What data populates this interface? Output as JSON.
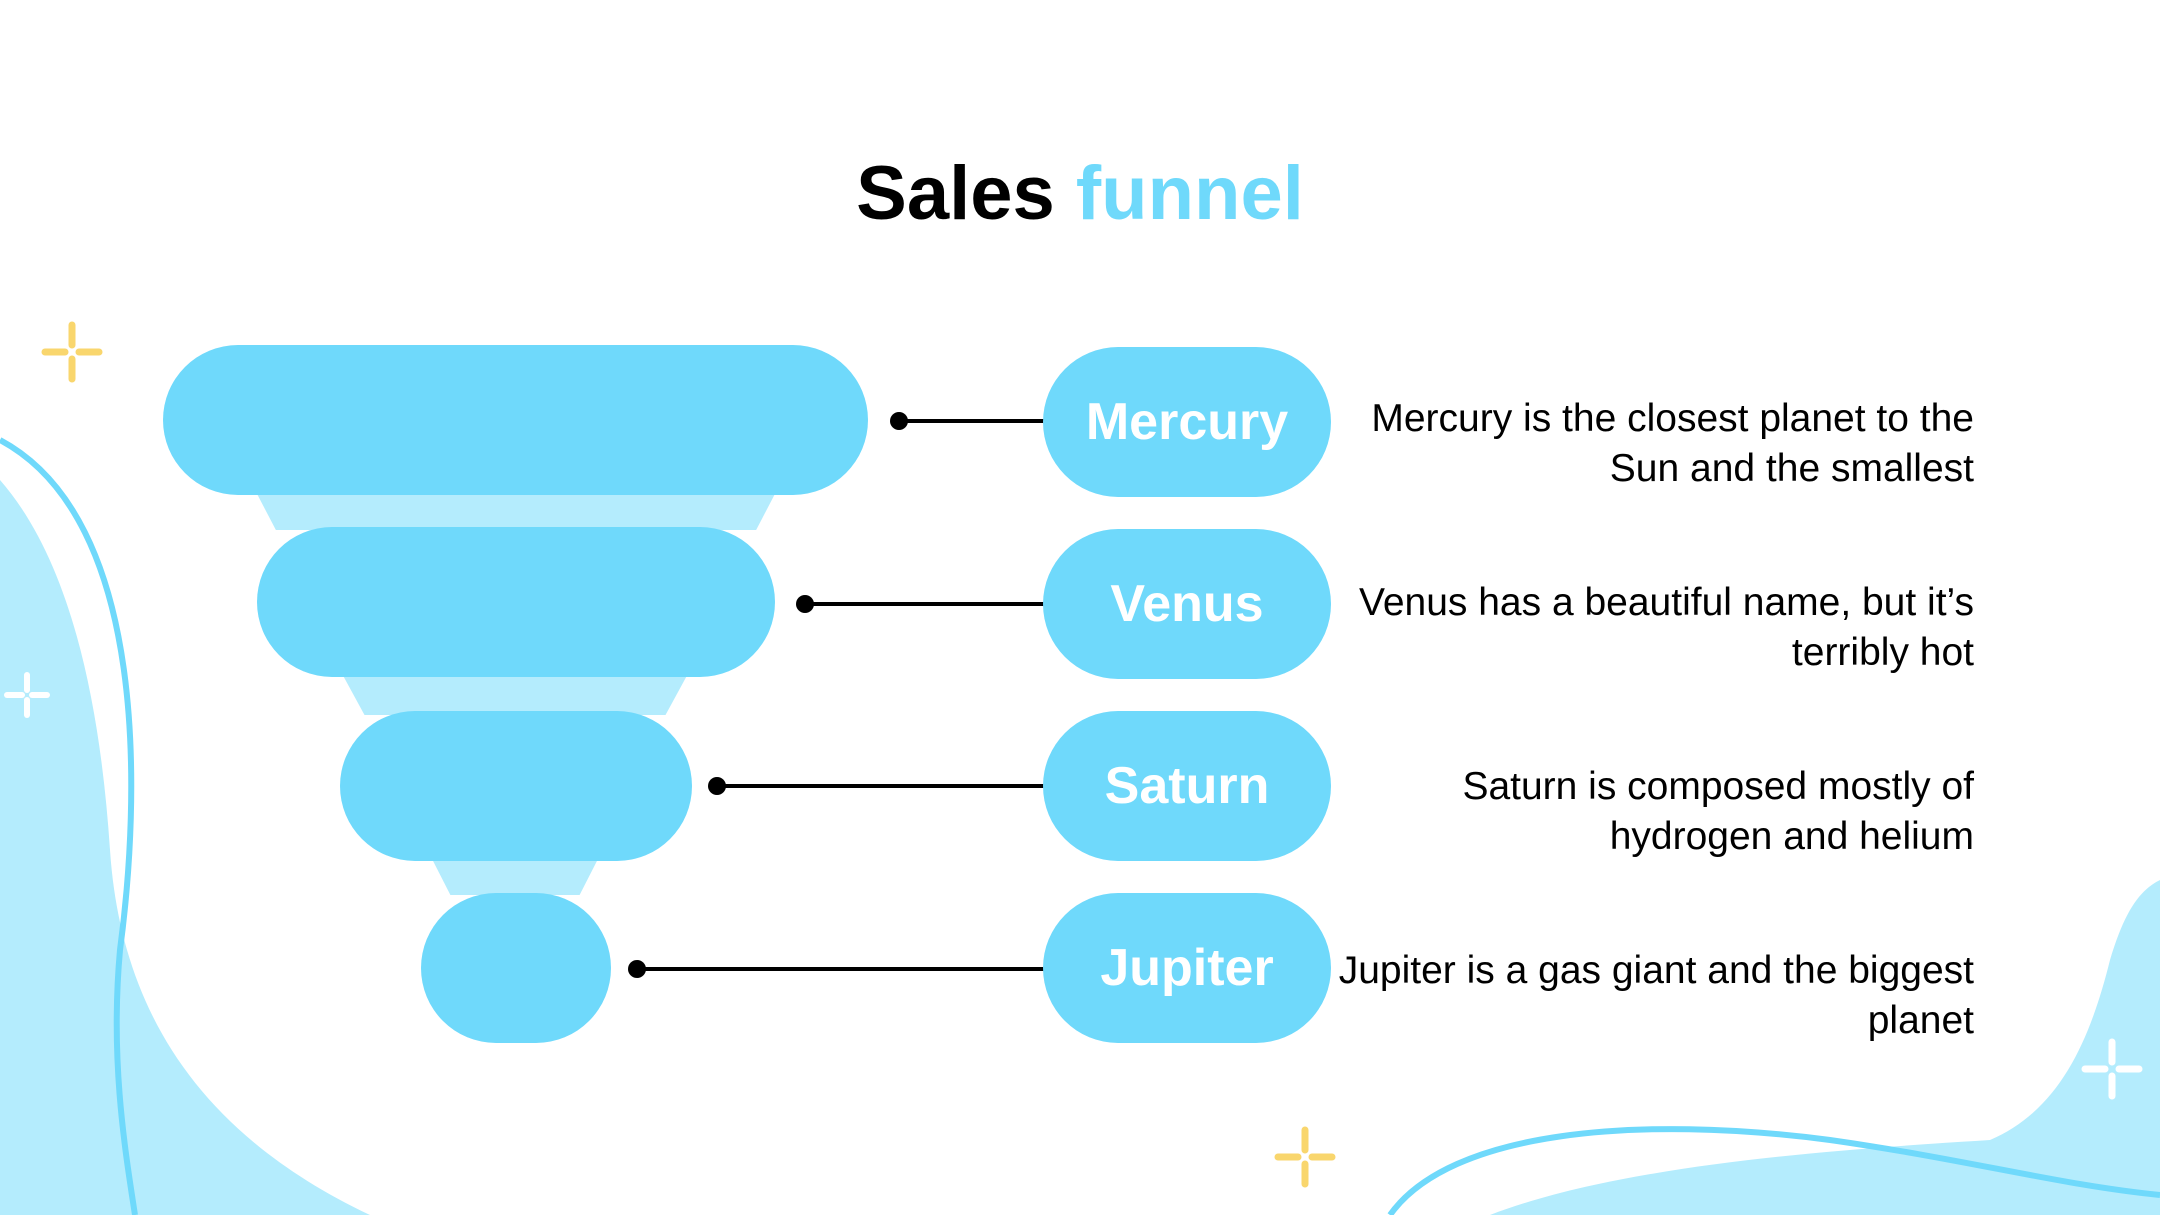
{
  "title": {
    "word1": "Sales",
    "word2": "funnel"
  },
  "colors": {
    "accent": "#6fd9fb",
    "accent_light": "#b4ecfd",
    "sparkle_yellow": "#f9d66d",
    "text": "#000000"
  },
  "stages": [
    {
      "label": "Mercury",
      "description": "Mercury is the closest planet to the Sun and the smallest"
    },
    {
      "label": "Venus",
      "description": "Venus has a beautiful name, but it’s terribly hot"
    },
    {
      "label": "Saturn",
      "description": "Saturn is composed mostly of hydrogen and helium"
    },
    {
      "label": "Jupiter",
      "description": "Jupiter is a gas giant and the biggest planet"
    }
  ]
}
